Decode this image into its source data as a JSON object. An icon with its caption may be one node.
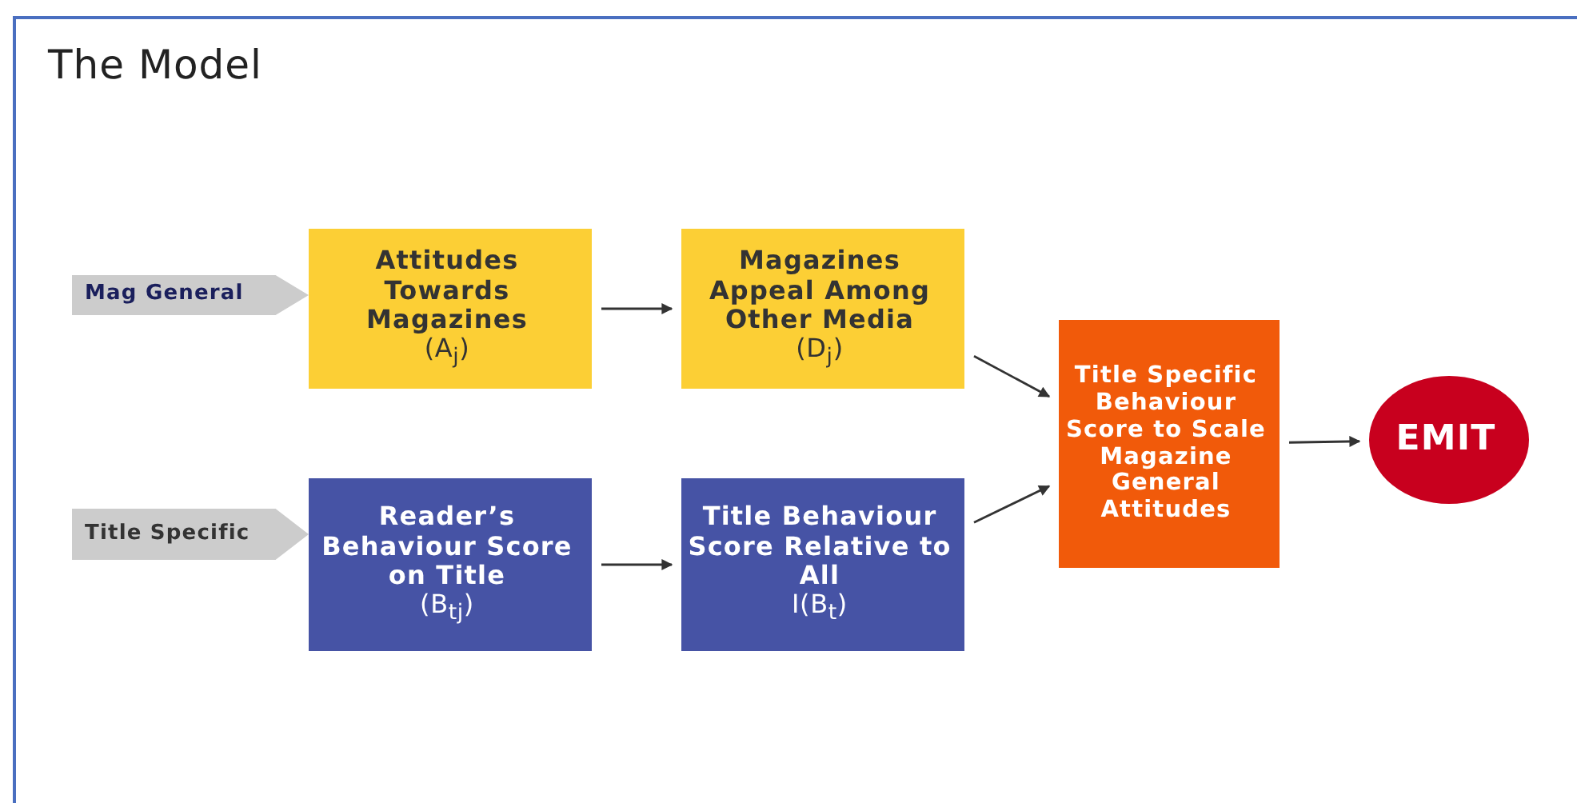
{
  "diagram": {
    "title": "The Model",
    "nodes": [
      {
        "text": [
          "Mag General"
        ]
      },
      {
        "text": [
          "Attitudes Towards Magazines",
          "(A$_{j}$)"
        ]
      },
      {
        "text": [
          "Magazines Appeal Among Other Media",
          "(D$_{j}$)"
        ]
      },
      {
        "text": [
          "Title Specific"
        ]
      },
      {
        "text": [
          "Reader’s Behaviour Score on Title",
          "(B$_{tj}$)"
        ]
      },
      {
        "text": [
          "Title Behaviour Score Relative to All",
          "I(B$_{t}$)"
        ]
      },
      {
        "text": [
          "Title Specific Behaviour Score to Scale Magazine General Attitudes"
        ]
      },
      {
        "text": [
          "EMIT"
        ]
      }
    ],
    "edges": [
      {
        "from": 1,
        "to": 2,
        "arrow": "to"
      },
      {
        "from": 2,
        "to": 6,
        "arrow": "to"
      },
      {
        "from": 4,
        "to": 5,
        "arrow": "to"
      },
      {
        "from": 5,
        "to": 6,
        "arrow": "to"
      },
      {
        "from": 6,
        "to": 7,
        "arrow": "to"
      }
    ]
  }
}
